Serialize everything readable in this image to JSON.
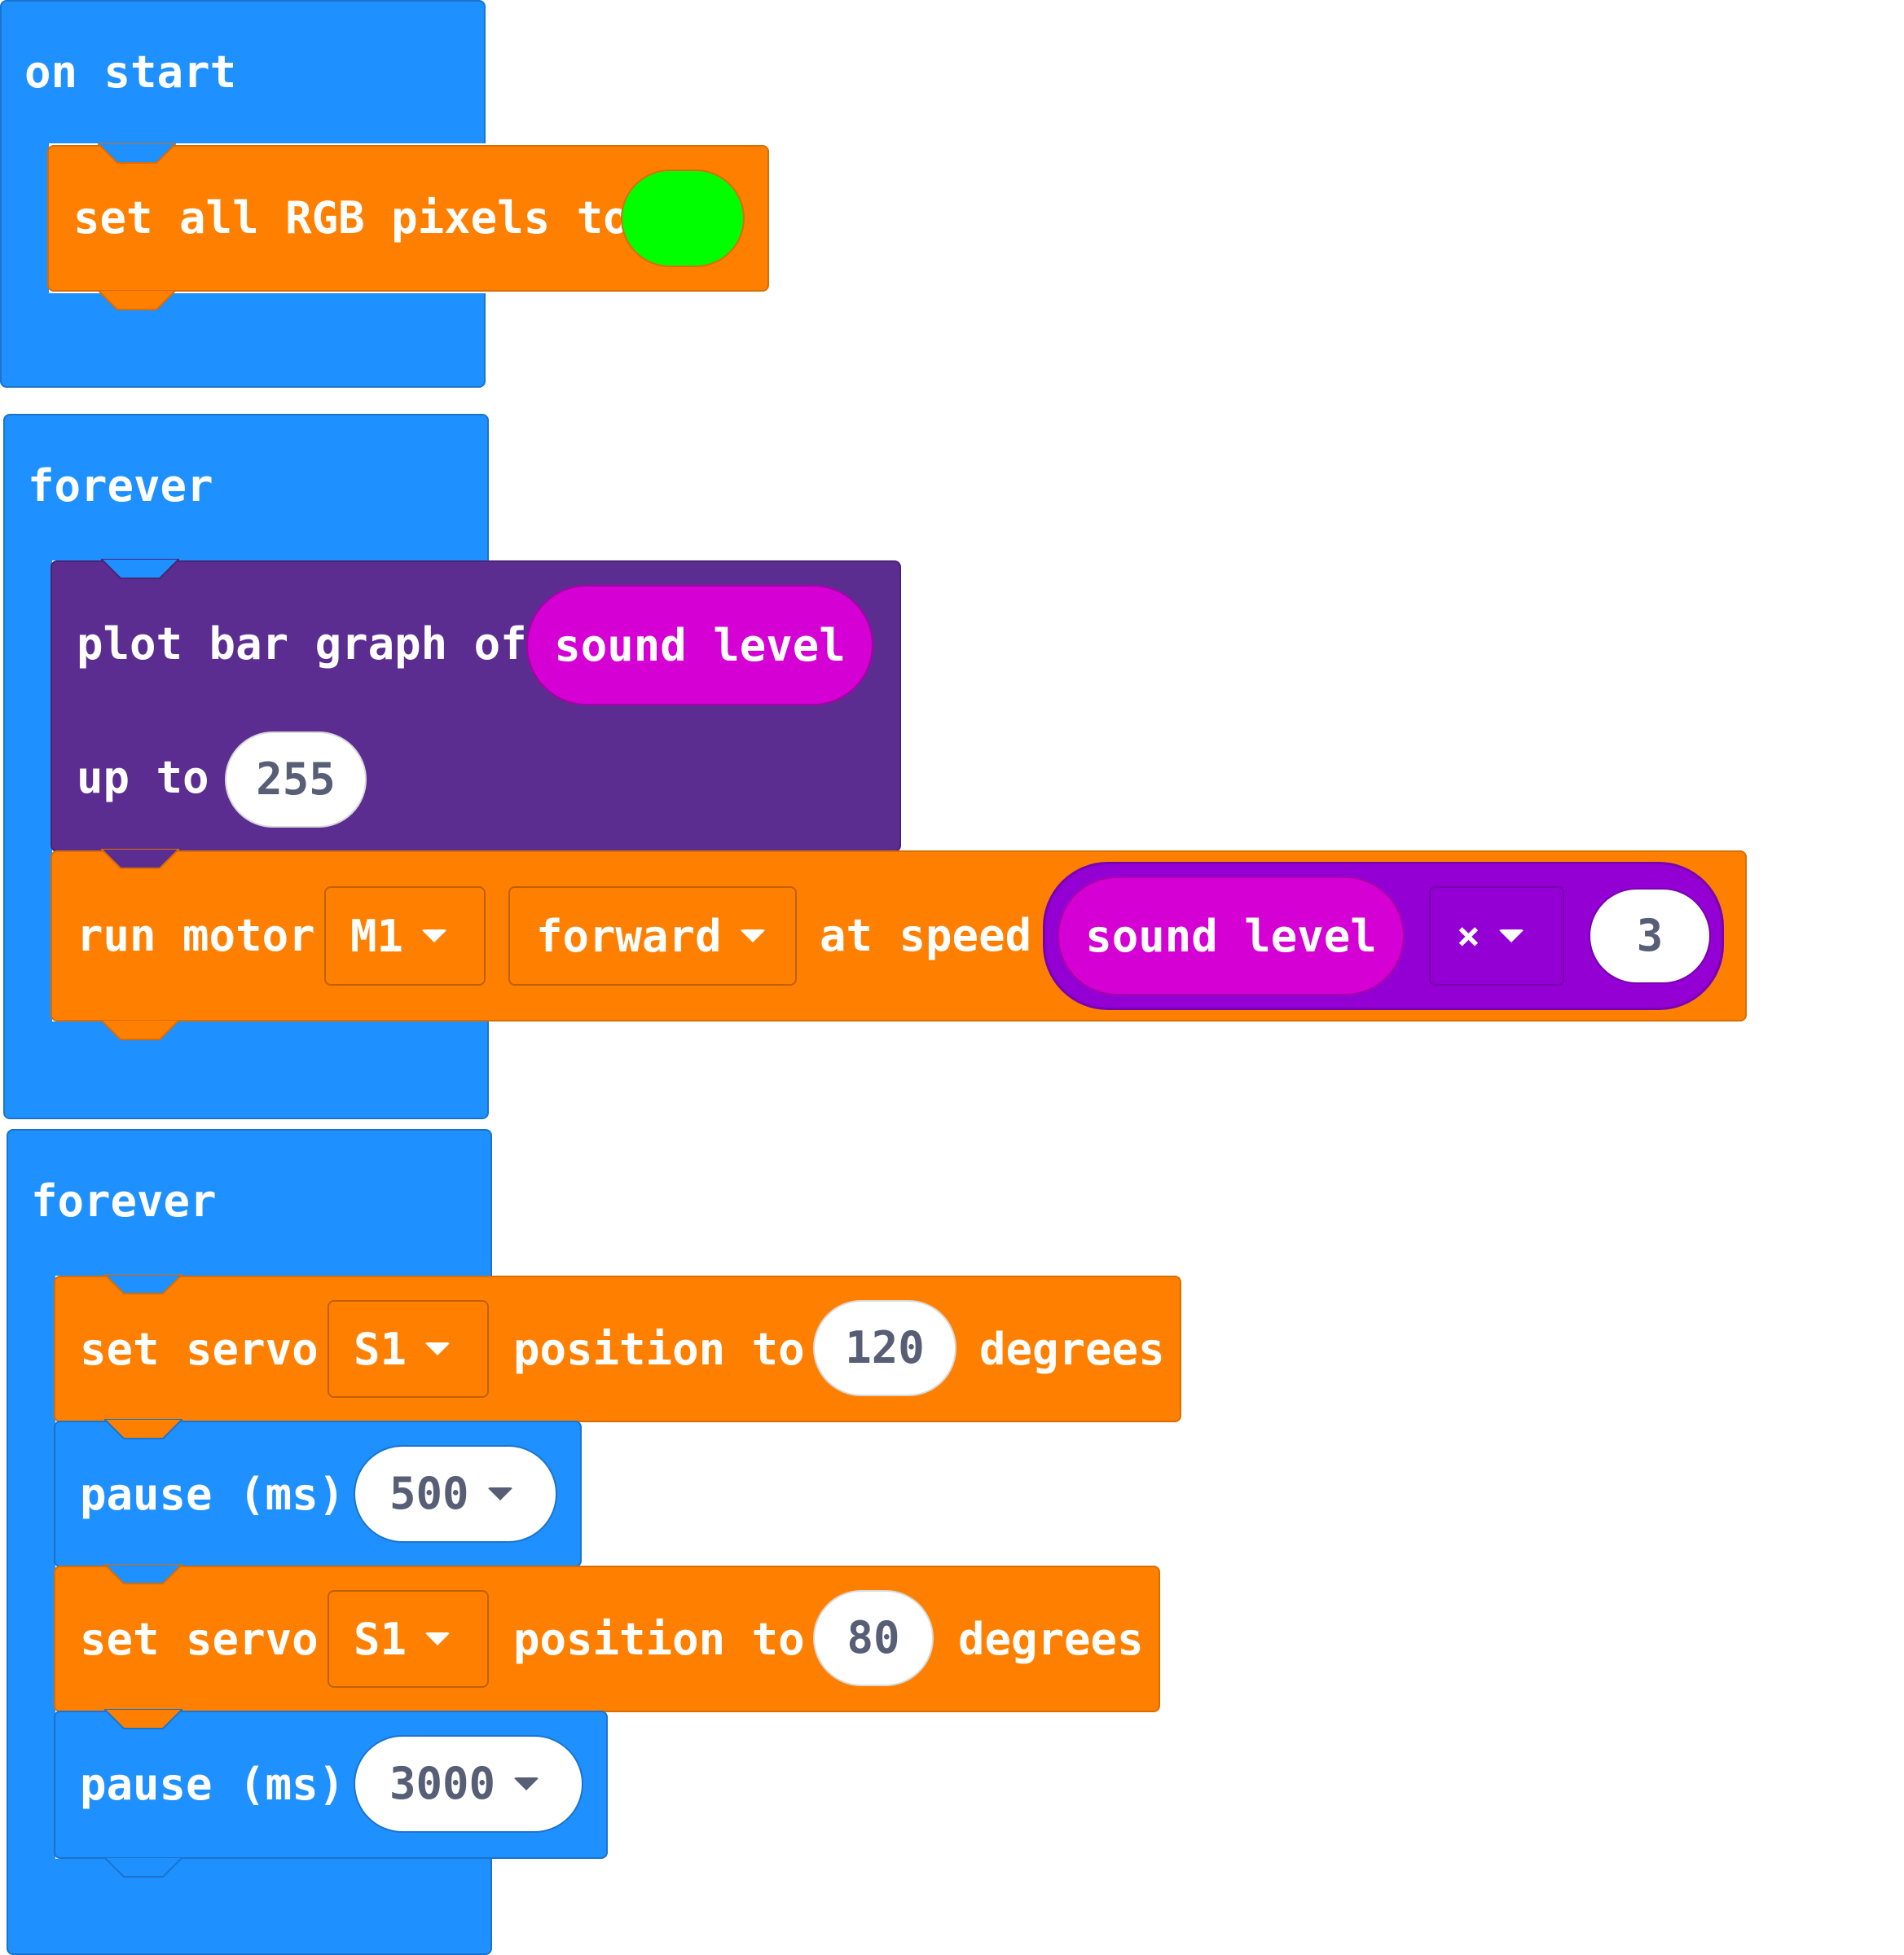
{
  "on_start": {
    "label": "on start",
    "set_rgb": {
      "label": "set all RGB pixels to",
      "color": "#00ff00"
    }
  },
  "forever_1": {
    "label": "forever",
    "plot_bar": {
      "label": "plot bar graph of",
      "value_block": "sound level",
      "up_to_label": "up to",
      "up_to_value": "255"
    },
    "run_motor": {
      "label": "run motor",
      "motor": "M1",
      "direction": "forward",
      "at_speed_label": "at speed",
      "operand_block": "sound level",
      "operator": "×",
      "multiplier": "3"
    }
  },
  "forever_2": {
    "label": "forever",
    "servo_1": {
      "label": "set servo",
      "servo": "S1",
      "position_label": "position to",
      "value": "120",
      "unit": "degrees"
    },
    "pause_1": {
      "label": "pause (ms)",
      "value": "500"
    },
    "servo_2": {
      "label": "set servo",
      "servo": "S1",
      "position_label": "position to",
      "value": "80",
      "unit": "degrees"
    },
    "pause_2": {
      "label": "pause (ms)",
      "value": "3000"
    }
  },
  "colors": {
    "event_blue": "#1e90ff",
    "neopixel_orange": "#ff8000",
    "led_purple": "#5c2d91",
    "input_magenta": "#d400d4",
    "math_purple": "#9400d3",
    "rgb_green": "#00ff00"
  }
}
